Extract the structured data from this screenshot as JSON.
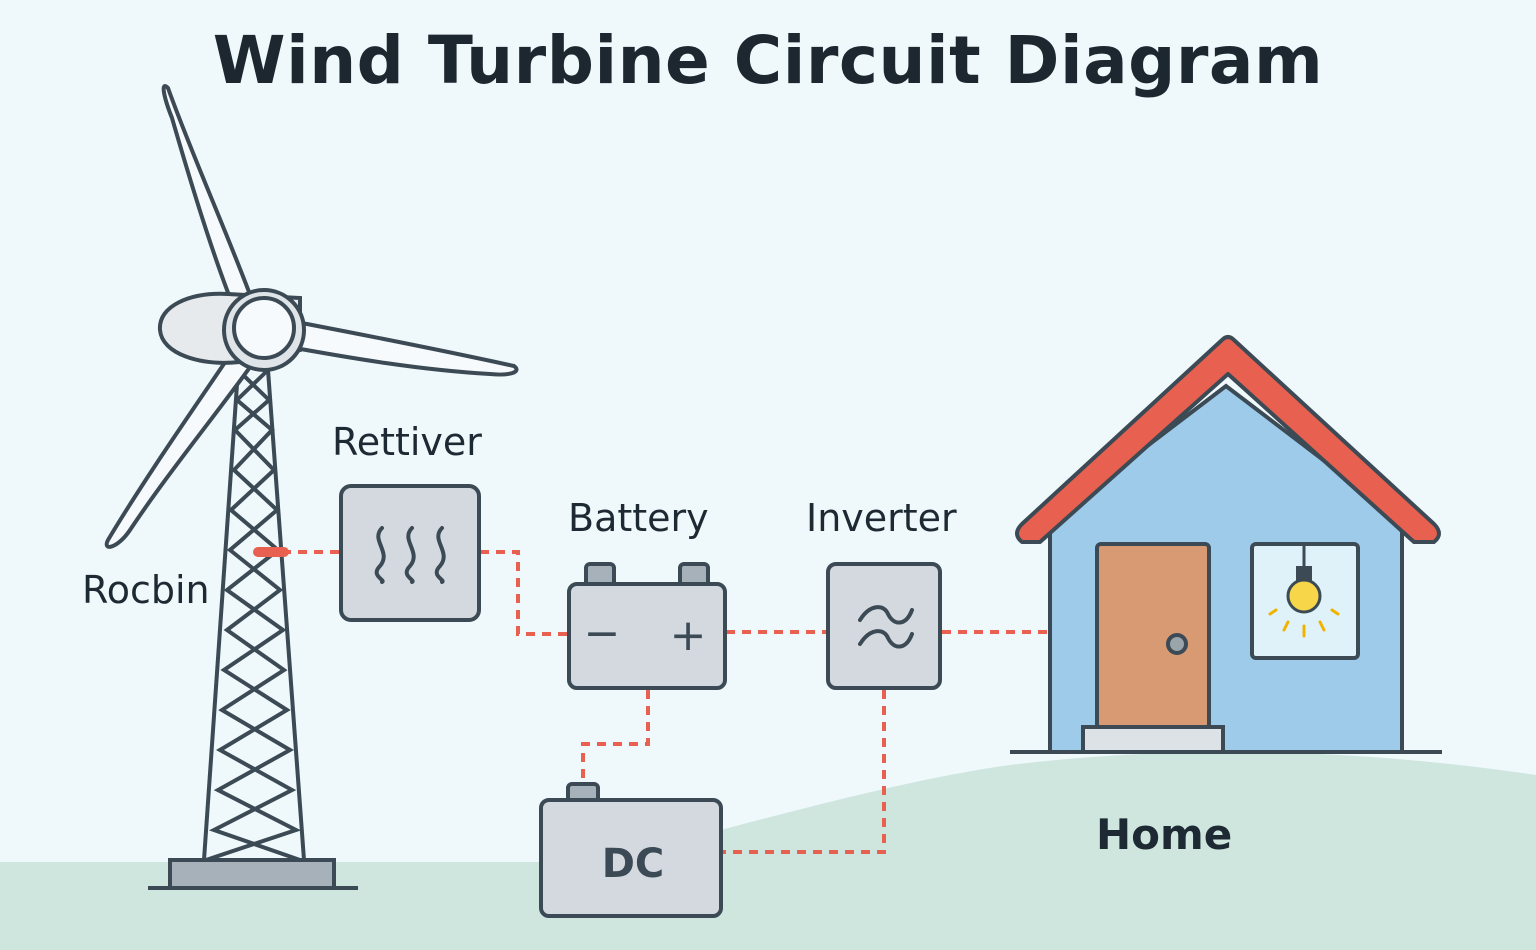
{
  "title": "Wind Turbine Circuit Diagram",
  "labels": {
    "turbine": "Rocbin",
    "rectifier": "Rettiver",
    "battery": "Battery",
    "inverter": "Inverter",
    "home": "Home",
    "dc": "DC"
  },
  "battery_terminals": {
    "negative": "−",
    "positive": "+"
  },
  "colors": {
    "background": "#eff8fb",
    "ground": "#cfe6df",
    "outline": "#3b4a54",
    "component_fill": "#d3d9df",
    "wire": "#e8604f",
    "roof": "#e8604f",
    "house_wall": "#9ecbea",
    "door": "#d89a73",
    "bulb": "#f7d64a"
  },
  "icons": {
    "rectifier": "wavy-lines-icon",
    "inverter": "ac-wave-icon",
    "window": "light-bulb-icon"
  }
}
